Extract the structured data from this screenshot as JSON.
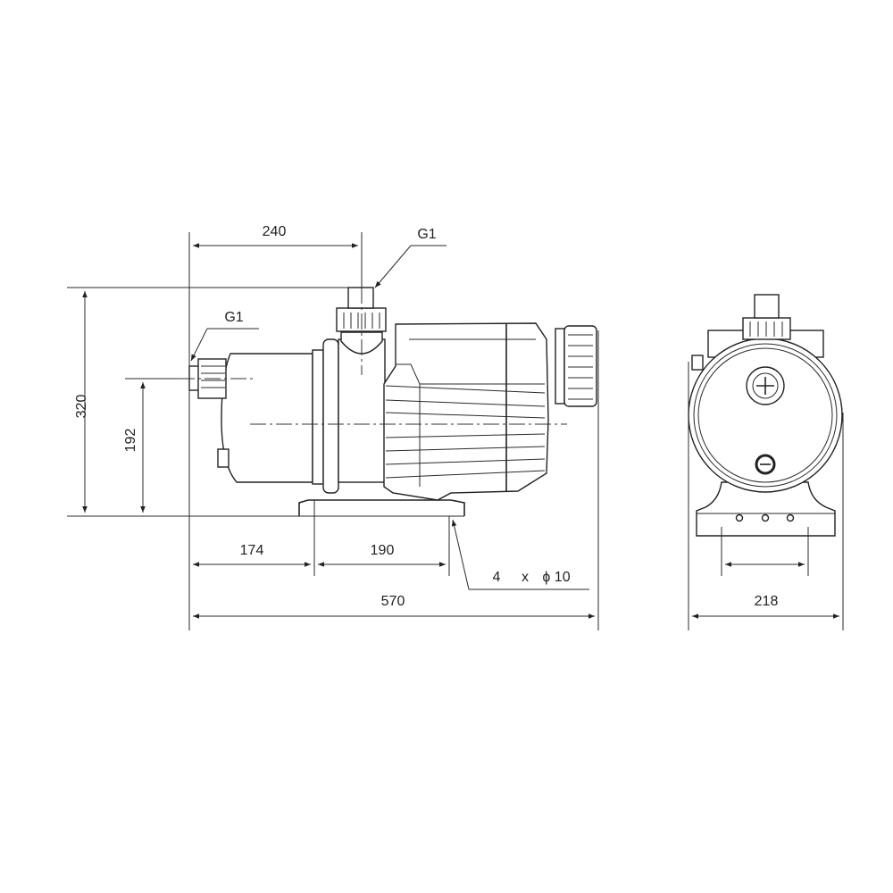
{
  "drawing": {
    "side_view": {
      "dim_outlet_offset": "240",
      "outlet_thread": "G1",
      "inlet_thread": "G1",
      "dim_total_height": "320",
      "dim_inlet_height": "192",
      "dim_foot_offset": "174",
      "dim_foot_spacing": "190",
      "mounting_holes_count": "4",
      "mounting_holes_x": "x",
      "mounting_holes_diameter": "ϕ 10",
      "dim_total_length": "570"
    },
    "front_view": {
      "dim_total_width": "218"
    },
    "line_color": "#222222"
  }
}
